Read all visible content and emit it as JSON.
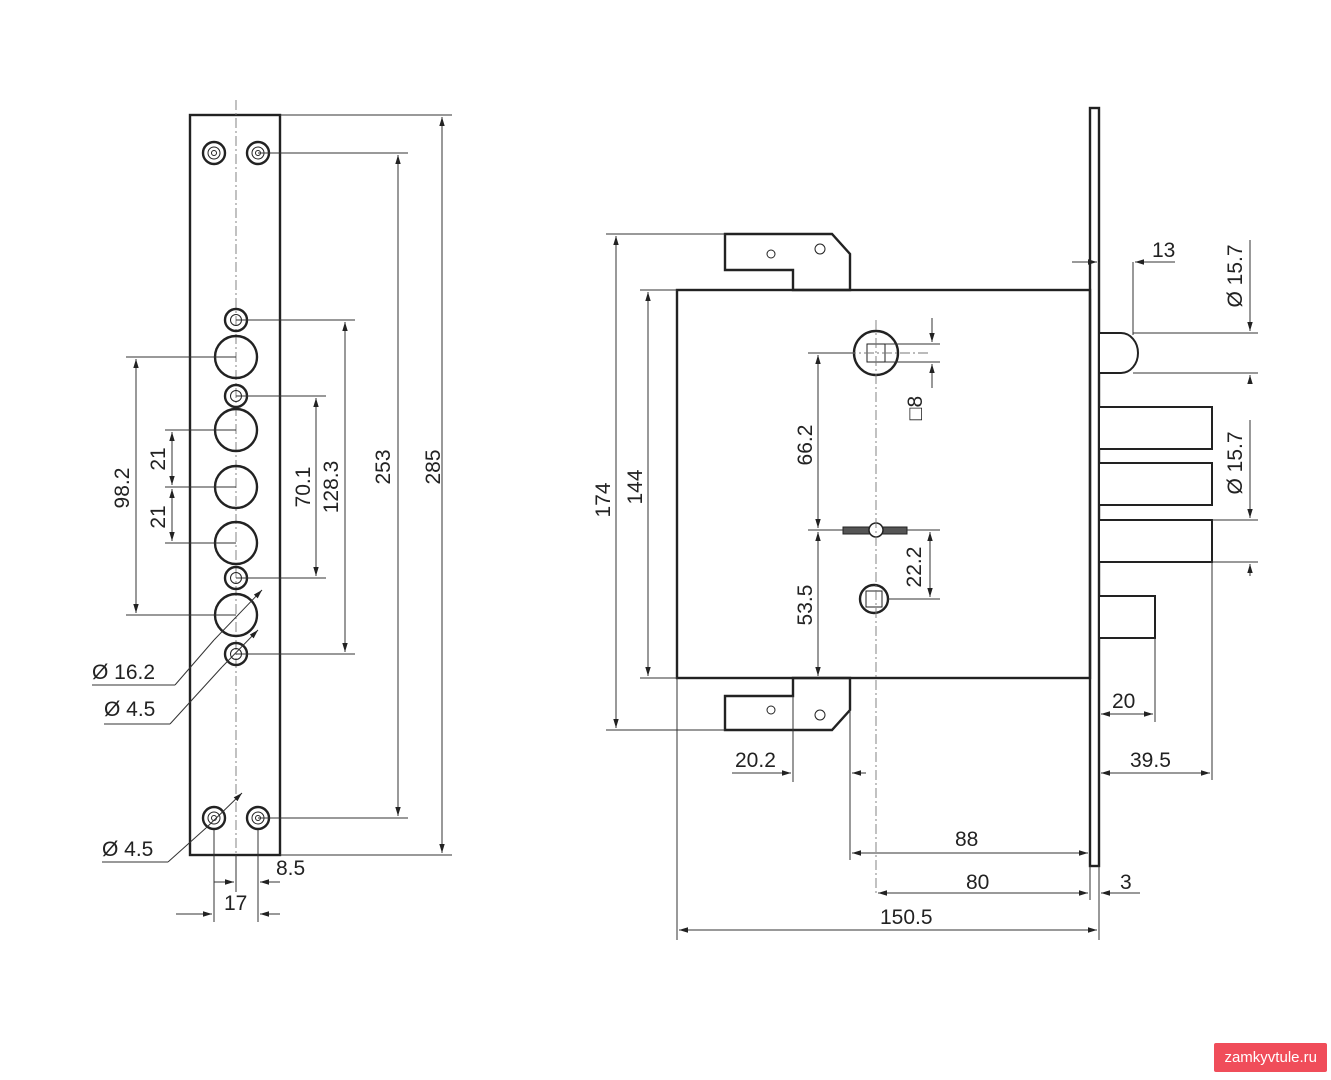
{
  "title": "",
  "strike_plate": {
    "dimensions": {
      "overall_length": "285",
      "end_screw_spacing": "253",
      "screw_spacing_mid": "128.3",
      "screw_spacing_inner": "70.1",
      "bolt_span": "98.2",
      "bolt_pitch_upper": "21",
      "bolt_pitch_lower": "21",
      "bolt_hole_dia": "Ø 16.2",
      "screw_hole_dia": "Ø 4.5",
      "end_hole_dia": "Ø 4.5",
      "hole_offset": "8.5",
      "width": "17"
    }
  },
  "lock_body": {
    "dimensions": {
      "faceplate_length": "174",
      "case_height": "144",
      "faceplate_offset": "13",
      "latch_dia": "Ø 15.7",
      "bolt_dia": "Ø 15.7",
      "spindle_square": "□8",
      "spindle_to_keyhole": "66.2",
      "keyhole_to_cylinder": "53.5",
      "keyhole_to_cam": "22.2",
      "deadbolt_throw": "20",
      "bolt_throw": "39.5",
      "mount_tab_offset": "20.2",
      "backset_outer": "88",
      "backset": "80",
      "faceplate_thickness": "3",
      "case_depth": "150.5"
    }
  },
  "watermark": "zamkyvtule.ru",
  "colors": {
    "line": "#222222",
    "background": "#ffffff",
    "watermark_bg": "#f04d5a"
  }
}
